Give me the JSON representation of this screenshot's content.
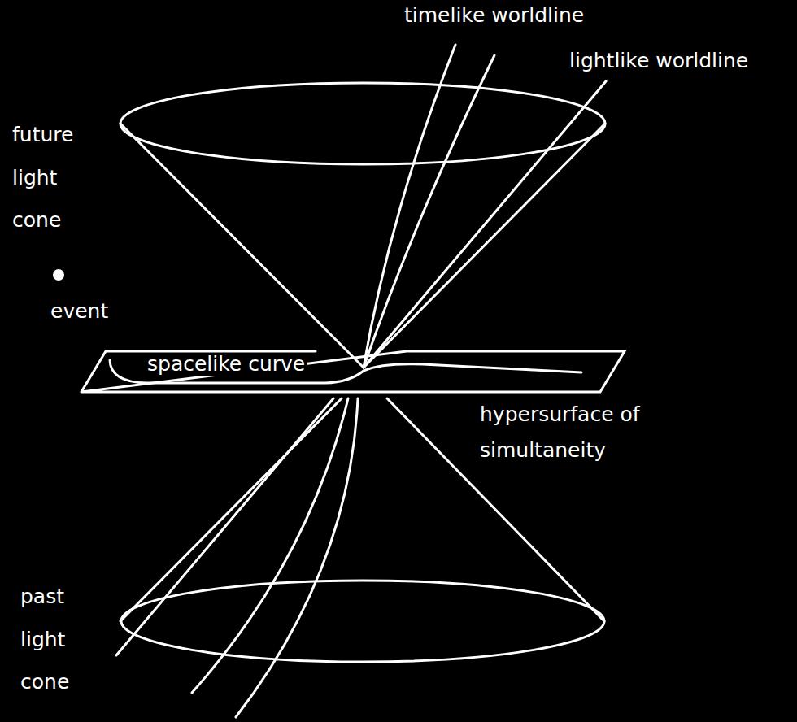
{
  "diagram": {
    "labels": [
      "timelike worldline",
      "lightlike worldline",
      "future light cone",
      "event",
      "spacelike curve",
      "hypersurface of simultaneity",
      "past light cone"
    ]
  }
}
